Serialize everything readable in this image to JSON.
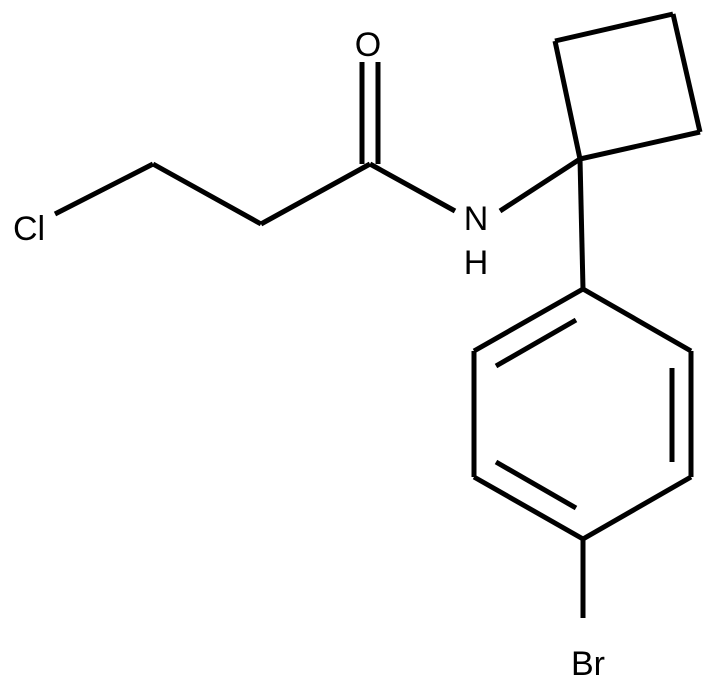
{
  "molecule": {
    "atoms": {
      "oxygen": "O",
      "nitrogen": "N",
      "hydrogen": "H",
      "chlorine": "Cl",
      "bromine": "Br"
    }
  }
}
